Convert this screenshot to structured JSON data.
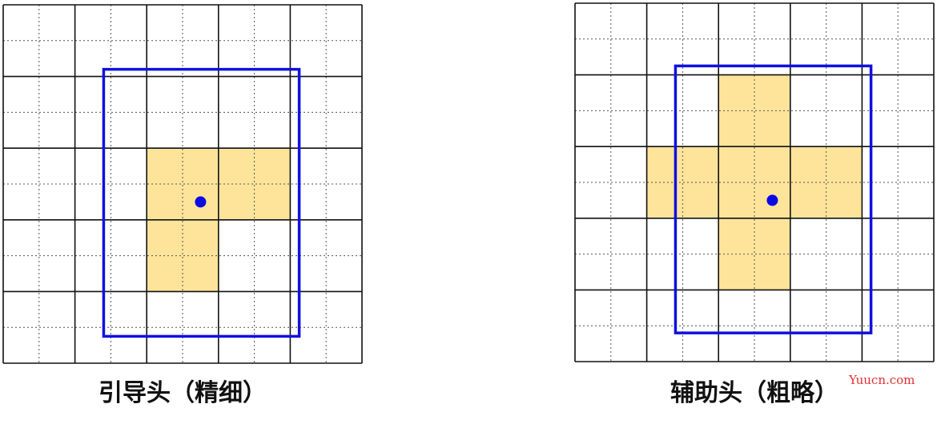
{
  "colors": {
    "grid_major": "#111111",
    "grid_minor": "#555555",
    "highlight_fill": "#fde49a",
    "box_stroke": "#1010e0",
    "dot_fill": "#0a0ae6",
    "watermark": "#e03030"
  },
  "panels": [
    {
      "caption": "引导头（精细）",
      "grid_units": 10,
      "highlight_cells": [
        [
          4,
          4
        ],
        [
          5,
          4
        ],
        [
          6,
          4
        ],
        [
          7,
          4
        ],
        [
          4,
          5
        ],
        [
          5,
          5
        ],
        [
          6,
          5
        ],
        [
          7,
          5
        ],
        [
          4,
          6
        ],
        [
          5,
          6
        ],
        [
          4,
          7
        ],
        [
          5,
          7
        ]
      ],
      "box": {
        "col": 2.8,
        "row": 1.8,
        "cols": 5.45,
        "rows": 7.45
      },
      "dot": {
        "col": 5.5,
        "row": 5.5
      }
    },
    {
      "caption": "辅助头（粗略）",
      "grid_units": 10,
      "highlight_cells": [
        [
          4,
          2
        ],
        [
          5,
          2
        ],
        [
          4,
          3
        ],
        [
          5,
          3
        ],
        [
          2,
          4
        ],
        [
          3,
          4
        ],
        [
          4,
          4
        ],
        [
          5,
          4
        ],
        [
          6,
          4
        ],
        [
          7,
          4
        ],
        [
          2,
          5
        ],
        [
          3,
          5
        ],
        [
          4,
          5
        ],
        [
          5,
          5
        ],
        [
          6,
          5
        ],
        [
          7,
          5
        ],
        [
          4,
          6
        ],
        [
          5,
          6
        ],
        [
          4,
          7
        ],
        [
          5,
          7
        ]
      ],
      "box": {
        "col": 2.8,
        "row": 1.75,
        "cols": 5.45,
        "rows": 7.45
      },
      "dot": {
        "col": 5.5,
        "row": 5.5
      }
    }
  ],
  "watermark": "Yuucn.com"
}
